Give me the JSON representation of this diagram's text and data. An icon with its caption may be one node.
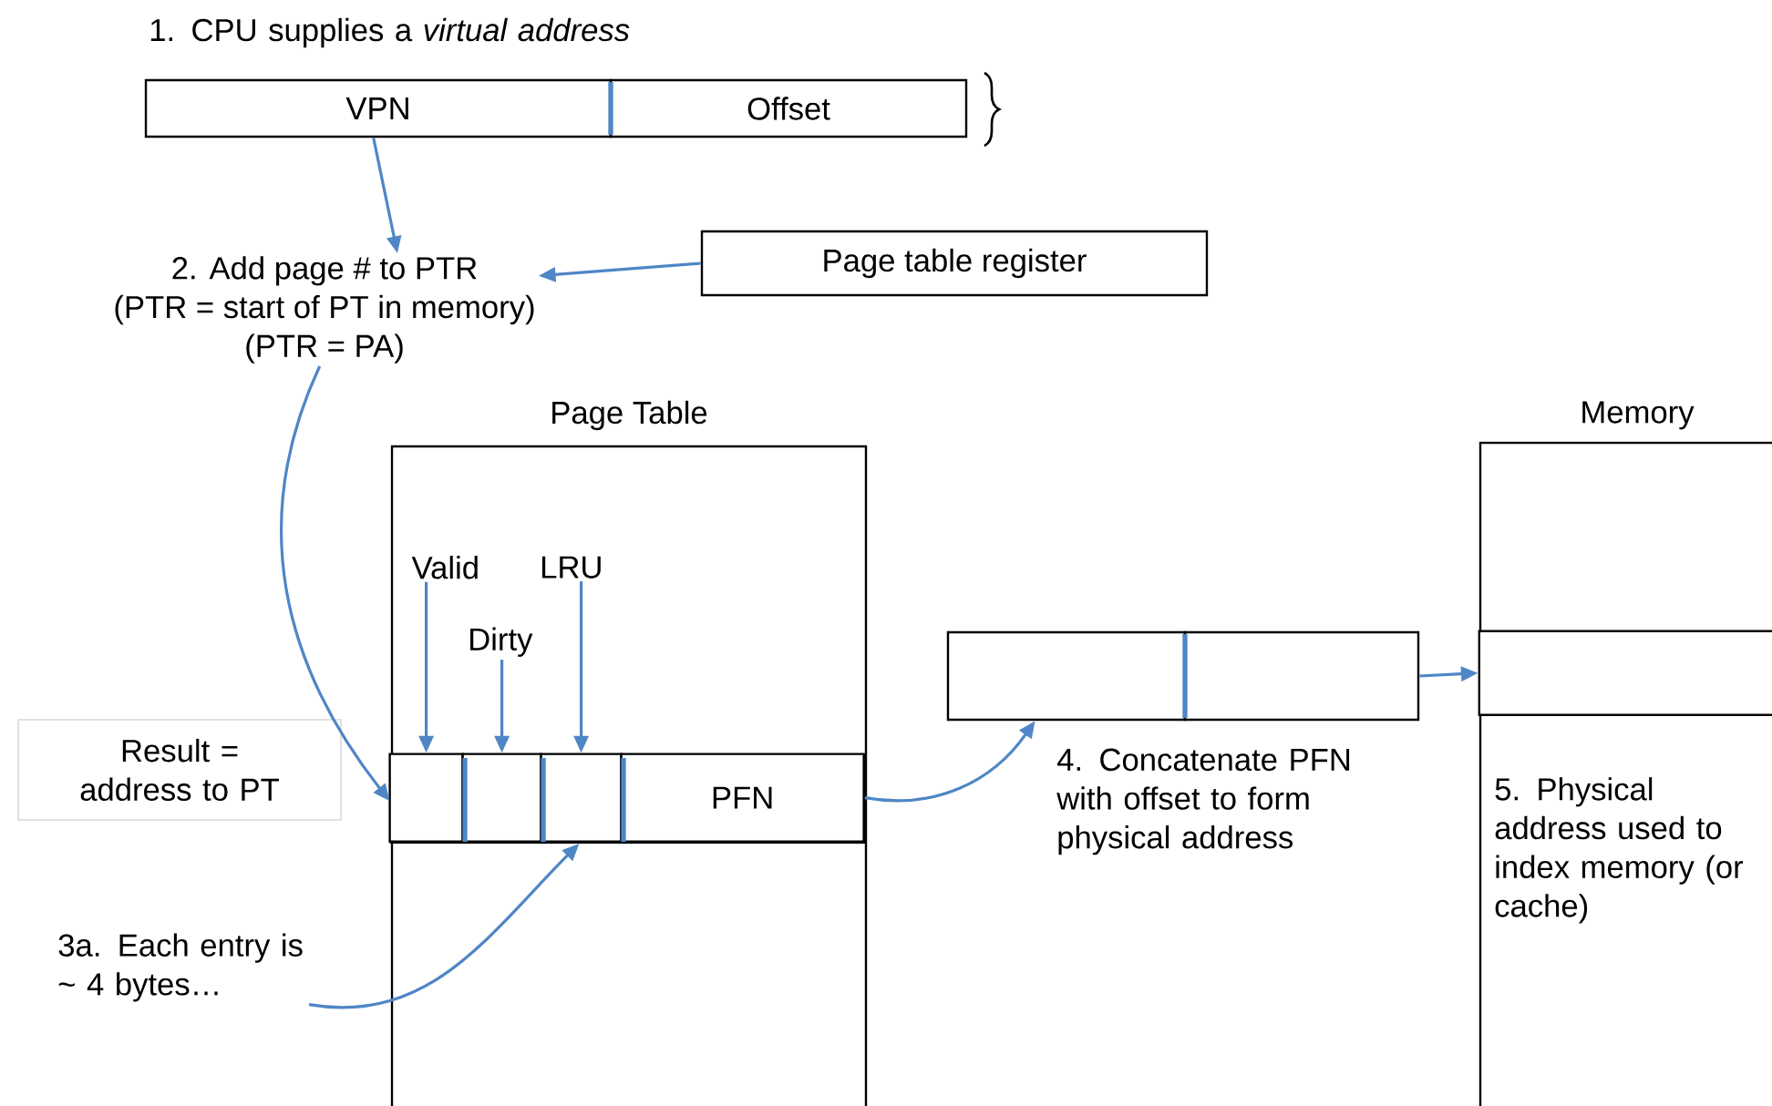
{
  "diagram": {
    "nodes": [
      {
        "text": [
          "VPN"
        ]
      },
      {
        "text": [
          "Offset"
        ]
      },
      {
        "text": [
          "2. Add page # to PTR",
          "(PTR = start of PT in memory)",
          "(PTR = PA)"
        ]
      },
      {
        "text": [
          "Page table register"
        ]
      },
      {
        "text": [
          "Result = address to PT"
        ]
      },
      {
        "text": [
          "Page Table"
        ]
      },
      {
        "text": [
          "Valid"
        ],
        "in": 5
      },
      {
        "text": [
          "Dirty"
        ],
        "in": 5
      },
      {
        "text": [
          "LRU"
        ],
        "in": 5
      },
      {
        "text": [],
        "shape": "box",
        "in": 5
      },
      {
        "text": [],
        "shape": "box",
        "in": 9
      },
      {
        "text": [],
        "shape": "box",
        "in": 9
      },
      {
        "text": [],
        "shape": "box",
        "in": 9
      },
      {
        "text": [
          "PFN"
        ],
        "in": 9
      },
      {
        "text": [
          "3a. Each entry is ~ 4 bytes…"
        ]
      },
      {
        "text": [],
        "shape": "box"
      },
      {
        "text": [],
        "shape": "box"
      },
      {
        "text": [
          "Memory",
          "5. Physical address used to index memory (or cache)"
        ]
      },
      {
        "text": [],
        "shape": "box",
        "in": 17
      }
    ],
    "edges": [
      {
        "from": 0,
        "to": 2,
        "arrow": "to"
      },
      {
        "from": 3,
        "to": 2,
        "arrow": "to"
      },
      {
        "from": 2,
        "to": 9,
        "arrow": "to"
      },
      {
        "from": 6,
        "to": 10,
        "arrow": "to"
      },
      {
        "from": 7,
        "to": 11,
        "arrow": "to"
      },
      {
        "from": 8,
        "to": 12,
        "arrow": "to"
      },
      {
        "from": 14,
        "to": 9,
        "arrow": "to"
      },
      {
        "from": 13,
        "to": 15,
        "arrow": "to"
      },
      {
        "from": 16,
        "to": 18,
        "arrow": "to"
      }
    ],
    "labels": [
      "1. CPU supplies a *virtual address*",
      "4. Concatenate PFN with offset to form physical address"
    ]
  }
}
